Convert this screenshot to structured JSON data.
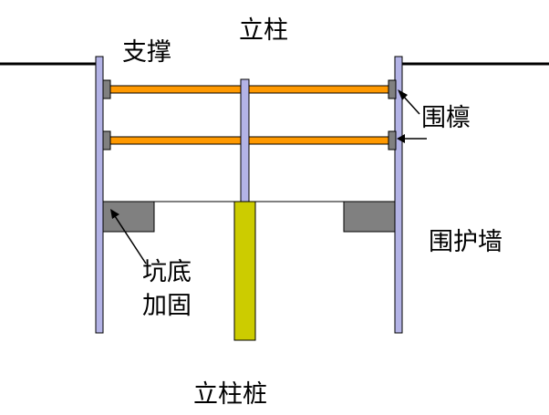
{
  "labels": {
    "column": "立柱",
    "strut": "支撑",
    "waler": "围檩",
    "retaining_wall": "围护墙",
    "pit_bottom_line1": "坑底",
    "pit_bottom_line2": "加固",
    "column_pile": "立柱桩"
  },
  "colors": {
    "wall_fill": "#b3b3e6",
    "strut_fill": "#ff9900",
    "pile_fill": "#cccc00",
    "reinforcement_fill": "#808080",
    "line": "#000000"
  }
}
